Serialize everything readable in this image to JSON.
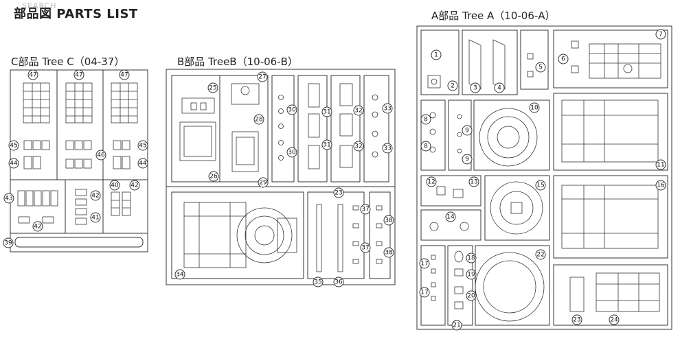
{
  "watermark": "SEARCH",
  "page_title": "部品図 PARTS LIST",
  "trees": {
    "c": {
      "title": "C部品 Tree C（04-37）",
      "parts": [
        "47",
        "47",
        "47",
        "45",
        "46",
        "45",
        "44",
        "44",
        "43",
        "42",
        "42",
        "41",
        "40",
        "42",
        "39"
      ]
    },
    "b": {
      "title": "B部品 TreeB（10-06-B）",
      "parts": [
        "25",
        "27",
        "26",
        "28",
        "29",
        "30",
        "30",
        "31",
        "31",
        "32",
        "32",
        "33",
        "33",
        "23",
        "34",
        "35",
        "36",
        "37",
        "37",
        "38",
        "38"
      ]
    },
    "a": {
      "title": "A部品 Tree A（10-06-A）",
      "parts": [
        "1",
        "2",
        "3",
        "4",
        "5",
        "6",
        "7",
        "8",
        "8",
        "9",
        "9",
        "10",
        "11",
        "12",
        "13",
        "14",
        "15",
        "16",
        "17",
        "17",
        "18",
        "19",
        "20",
        "21",
        "22",
        "23",
        "24"
      ]
    }
  },
  "colors": {
    "line": "#333333",
    "paper": "#ffffff"
  }
}
